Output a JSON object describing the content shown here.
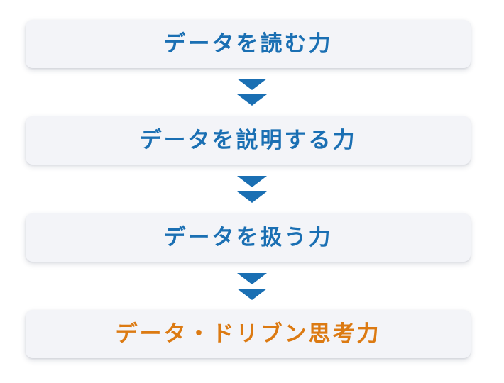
{
  "steps": [
    {
      "label": "データを読む力"
    },
    {
      "label": "データを説明する力"
    },
    {
      "label": "データを扱う力"
    },
    {
      "label": "データ・ドリブン思考力"
    }
  ],
  "colors": {
    "step_text": "#1a6fb3",
    "final_step_text": "#dc7a12",
    "arrow": "#1a6fb3",
    "box_background": "#f3f4f8"
  }
}
